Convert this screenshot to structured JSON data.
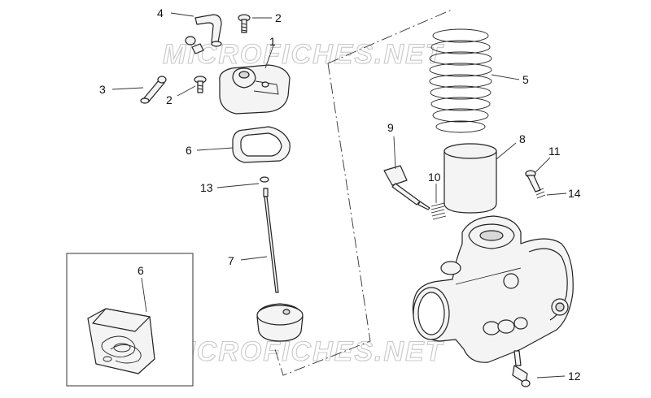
{
  "watermark": "MICROFICHES.NET",
  "callouts": {
    "c1": "1",
    "c2a": "2",
    "c2b": "2",
    "c3": "3",
    "c4": "4",
    "c5": "5",
    "c6a": "6",
    "c6b": "6",
    "c7": "7",
    "c8": "8",
    "c9": "9",
    "c10": "10",
    "c11": "11",
    "c12": "12",
    "c13": "13",
    "c14": "14"
  }
}
